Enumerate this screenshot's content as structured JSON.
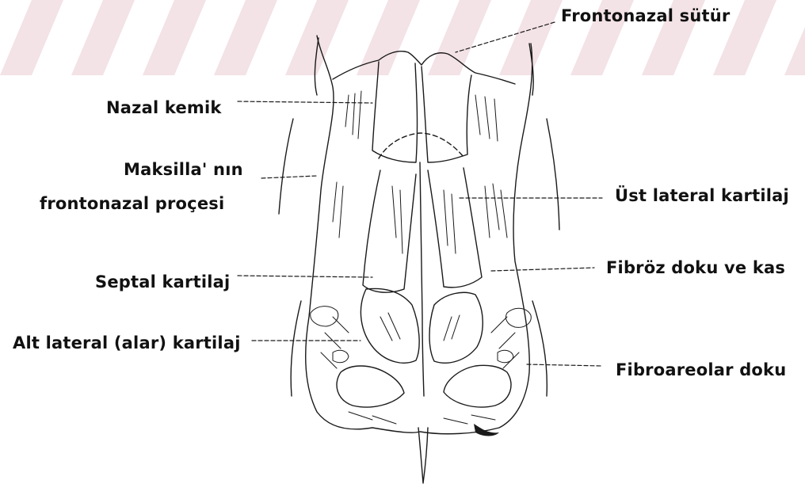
{
  "watermark_color": "#f3e2e6",
  "ink_color": "#1a1a1a",
  "labels": {
    "frontonazal_sutur": "Frontonazal sütür",
    "nazal_kemik": "Nazal kemik",
    "maksilla_line1": "Maksilla' nın",
    "maksilla_line2": "frontonazal proçesi",
    "ust_lateral_kartilaj": "Üst lateral kartilaj",
    "fibroz_doku_ve_kas": "Fibröz doku ve kas",
    "septal_kartilaj": "Septal kartilaj",
    "alt_lateral_kartilaj": "Alt lateral (alar) kartilaj",
    "fibroareolar_doku": "Fibroareolar doku"
  }
}
